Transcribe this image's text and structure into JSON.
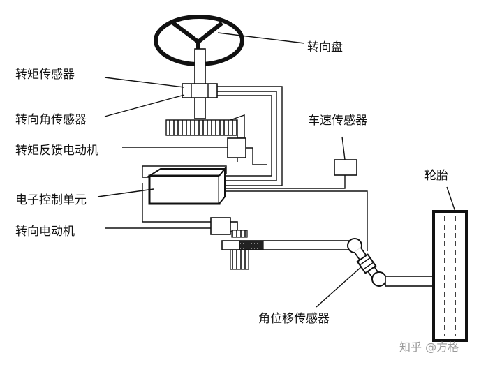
{
  "labels": {
    "steering_wheel": "转向盘",
    "torque_sensor": "转矩传感器",
    "steering_angle_sensor": "转向角传感器",
    "torque_feedback_motor": "转矩反馈电动机",
    "ecu": "电子控制单元",
    "steering_motor": "转向电动机",
    "vehicle_speed_sensor": "车速传感器",
    "tire": "轮胎",
    "angular_displacement_sensor": "角位移传感器"
  },
  "watermark": "知乎 @方格"
}
